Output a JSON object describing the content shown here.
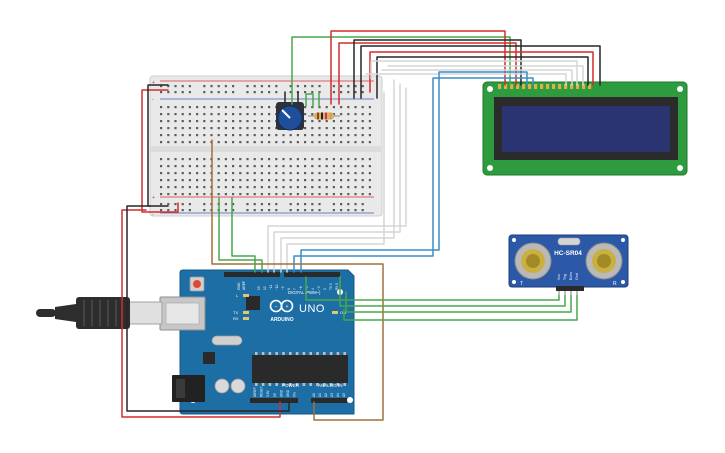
{
  "colors": {
    "breadboard": "#e9e9e9",
    "breadboard_hole": "#5d5d5d",
    "rail_red": "#d9323a",
    "rail_blue": "#3a5fb0",
    "arduino_board": "#1c6ea4",
    "lcd_pcb": "#2e9c3e",
    "lcd_screen": "#2a3470",
    "sensor_pcb": "#2b59a8",
    "wire_red": "#d42d2d",
    "wire_black": "#262626",
    "wire_green": "#46a84a",
    "wire_blue": "#3b8ec9",
    "wire_brown": "#a0703c",
    "wire_white": "#d6d6d6",
    "potentiometer_knob": "#1f4f9b",
    "header_black": "#2a2a2a"
  },
  "components": {
    "breadboard": {
      "icon": "breadboard-icon"
    },
    "potentiometer": {
      "icon": "potentiometer-icon"
    },
    "resistor": {
      "icon": "resistor-icon"
    },
    "lcd": {
      "icon": "lcd-16x2-icon"
    },
    "arduino": {
      "icon": "arduino-uno-icon",
      "brand": "ARDUINO",
      "model": "UNO",
      "digital_label": "DIGITAL (PWM~)",
      "power_label": "POWER",
      "analog_label": "ANALOG IN",
      "aref_label": "AREF",
      "gnd_label": "GND",
      "on_label": "ON",
      "tx_label": "TX",
      "rx_label": "RX",
      "l_label": "L",
      "digital_pins": [
        "13",
        "12",
        "~11",
        "~10",
        "~9",
        "8",
        "7",
        "~6",
        "~5",
        "4",
        "~3",
        "2",
        "TX 1",
        "RX 0"
      ],
      "power_pins": [
        "IOREF",
        "RESET",
        "3.3V",
        "5V",
        "GND",
        "GND",
        "Vin"
      ],
      "analog_pins": [
        "A0",
        "A1",
        "A2",
        "A3",
        "A4",
        "A5"
      ]
    },
    "sensor": {
      "icon": "ultrasonic-sensor-icon",
      "model": "HC-SR04",
      "pins": [
        "Vcc",
        "Trig",
        "Echo",
        "Gnd"
      ],
      "corner_left": "T",
      "corner_right": "R"
    },
    "usb_cable": {
      "icon": "usb-cable-icon"
    }
  }
}
